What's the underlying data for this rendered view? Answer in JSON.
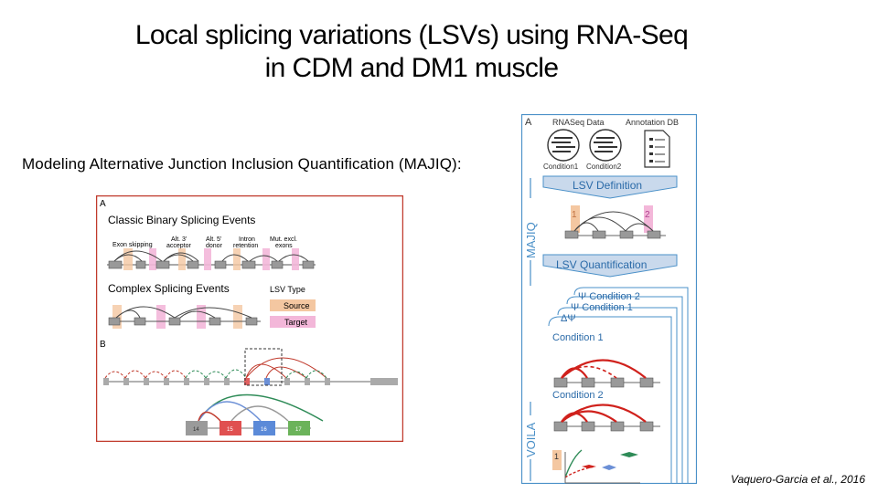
{
  "slide": {
    "title_line1": "Local splicing variations (LSVs) using RNA-Seq",
    "title_line2": "in CDM and DM1 muscle",
    "subtitle": "Modeling Alternative Junction Inclusion Quantification (MAJIQ):",
    "citation": "Vaquero-Garcia et al., 2016"
  },
  "left_figure": {
    "panel_a": "A",
    "classic_heading": "Classic Binary Splicing Events",
    "event_types": [
      "Exon skipping",
      "Alt. 3'\nacceptor",
      "Alt. 5'\ndonor",
      "Intron\nretention",
      "Mut. excl.\nexons"
    ],
    "complex_heading": "Complex Splicing Events",
    "lsv_type": "LSV Type",
    "source": "Source",
    "target": "Target",
    "panel_b": "B",
    "exon_numbers": [
      "14",
      "15",
      "16",
      "17"
    ],
    "colors": {
      "border": "#c0392b",
      "source": "#f4c7a1",
      "target": "#f3b7d9"
    }
  },
  "right_figure": {
    "panel_a": "A",
    "rnaseq_data": "RNASeq Data",
    "annotation_db": "Annotation DB",
    "condition1_icon": "Condition1",
    "condition2_icon": "Condition2",
    "lsv_definition": "LSV Definition",
    "lsv_quantification": "LSV Quantification",
    "majiq": "MAJIQ",
    "voila": "VOILA",
    "psi_condition2": "Ψ Condition 2",
    "psi_condition1": "Ψ Condition 1",
    "delta_psi": "ΔΨ",
    "condition1": "Condition 1",
    "condition2": "Condition 2",
    "num1": "1",
    "num2": "2",
    "colors": {
      "frame": "#4a90c8",
      "arrow": "#c9d9ec",
      "arc": "#d0211c"
    }
  }
}
